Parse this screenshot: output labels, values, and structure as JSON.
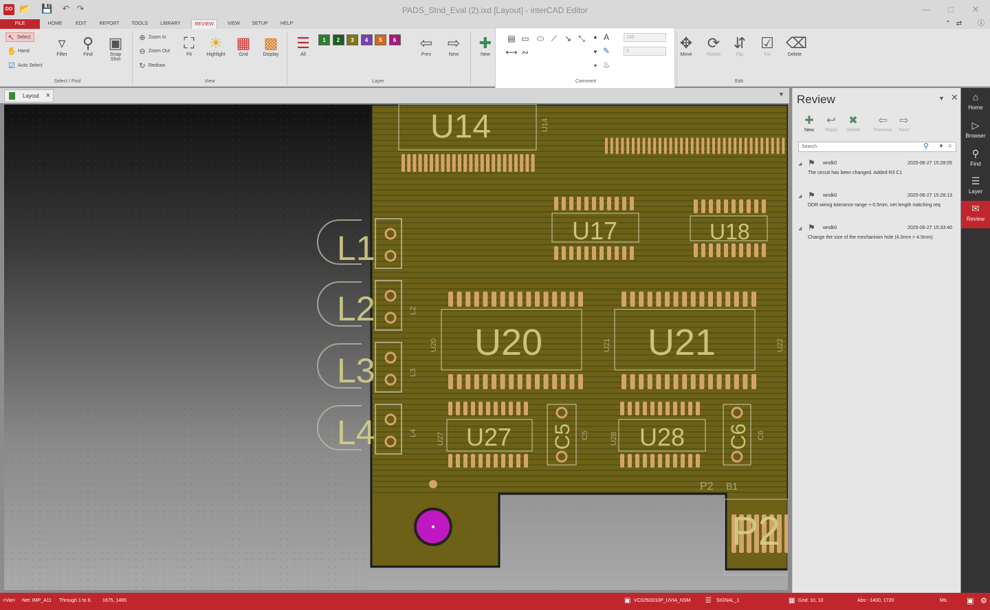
{
  "window": {
    "title": "PADS_Stnd_Eval (2).ixd [Layout] - interCAD Editor",
    "app_icon": "DO"
  },
  "menu": [
    "FILE",
    "HOME",
    "EDIT",
    "REPORT",
    "TOOLS",
    "LIBRARY",
    "REVIEW",
    "VIEW",
    "SETUP",
    "HELP"
  ],
  "ribbon": {
    "select_find": {
      "label": "Select / Find",
      "select": "Select",
      "hand": "Hand",
      "auto_select": "Auto Select",
      "filter": "Filter",
      "find": "Find",
      "snap_shot": "Snap Shot"
    },
    "view": {
      "label": "View",
      "zoom_in": "Zoom In",
      "zoom_out": "Zoom Out",
      "redraw": "Redraw",
      "fit": "Fit",
      "highlight": "Highlight",
      "grid": "Grid",
      "display": "Display"
    },
    "layer": {
      "label": "Layer",
      "all": "All",
      "layers": [
        {
          "n": "1",
          "color": "#2e7d32"
        },
        {
          "n": "2",
          "color": "#1b5e20"
        },
        {
          "n": "3",
          "color": "#827717"
        },
        {
          "n": "4",
          "color": "#7b3fb0"
        },
        {
          "n": "5",
          "color": "#d2691e"
        },
        {
          "n": "6",
          "color": "#a31a7a"
        }
      ],
      "prev": "Prev",
      "next": "Next"
    },
    "comment": {
      "label": "Comment",
      "new": "New",
      "width_value": "160",
      "size_value": "8"
    },
    "edit": {
      "label": "Edit",
      "move": "Move",
      "rotate": "Rotate",
      "flip": "Flip",
      "fix": "Fix",
      "delete": "Delete"
    }
  },
  "tab": {
    "label": "Layout"
  },
  "pcb": {
    "refs": [
      "U14",
      "U17",
      "U18",
      "U20",
      "U21",
      "U27",
      "U28",
      "L1",
      "L2",
      "L3",
      "L4",
      "C5",
      "C6",
      "P2"
    ],
    "small_labels": [
      "U20",
      "U21",
      "U22",
      "L2",
      "L3",
      "L4",
      "U27",
      "U28",
      "C5",
      "C6",
      "U14",
      "P2",
      "B1"
    ]
  },
  "review": {
    "title": "Review",
    "toolbar": {
      "new": "New",
      "reply": "Reply",
      "delete": "Delete",
      "previous": "Previous",
      "next": "Next"
    },
    "search_placeholder": "Search",
    "comments": [
      {
        "user": "wndk0",
        "time": "2025-06-27 15:28:05",
        "text": "The circuit has been changed. Added R3 C1"
      },
      {
        "user": "wndk0",
        "time": "2025-06-27 15:28:13",
        "text": "DDR wiring tolerance range +-0.5mm, net length matching req"
      },
      {
        "user": "wndk0",
        "time": "2025-06-27 15:33:40",
        "text": "Change the size of the mechanisim hole (4.0mm > 4.5mm)"
      }
    ]
  },
  "sidebar": {
    "home": "Home",
    "browser": "Browser",
    "find": "Find",
    "layer": "Layer",
    "review": "Review"
  },
  "status": {
    "via": "<Via>",
    "net": "Net: IMP_A11",
    "through": "Through 1 to 6.",
    "coords": "1675, 1465",
    "stack": "VC025D010P_UVIA_NSM",
    "layer": "SIGNAL_1",
    "grid": "Grid: 10, 10",
    "abs": "Abs: -1400, 1720",
    "unit": "MIL"
  }
}
